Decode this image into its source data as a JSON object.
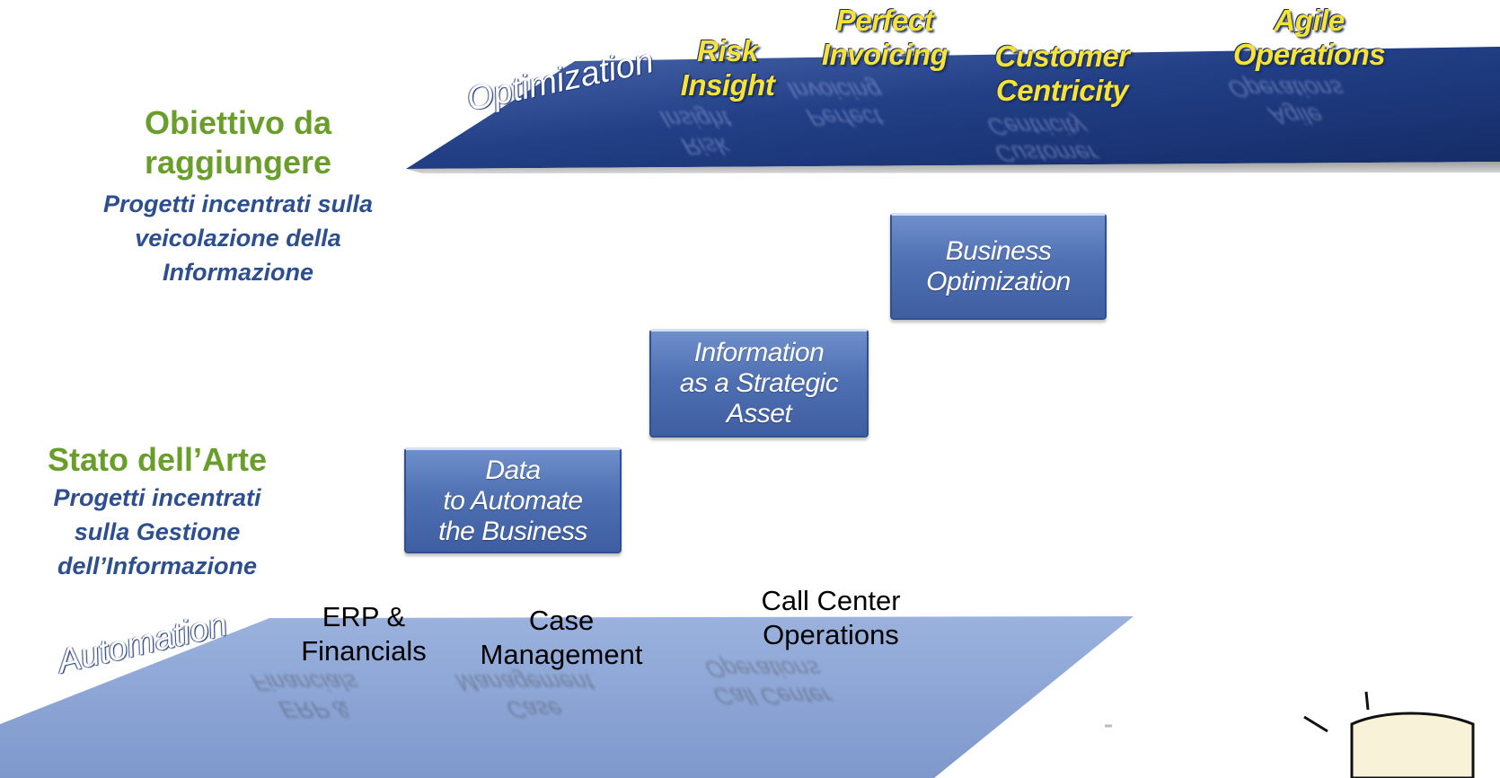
{
  "goal": {
    "title": "Obiettivo da\nraggiungere",
    "subtitle": "Progetti incentrati sulla\nveicolazione della\nInformazione"
  },
  "state": {
    "title": "Stato dell’Arte",
    "subtitle": "Progetti incentrati\nsulla Gestione\ndell’Informazione"
  },
  "top_plane": {
    "name": "Optimization",
    "items": [
      {
        "label": "Risk\nInsight"
      },
      {
        "label": "Perfect\nInvoicing"
      },
      {
        "label": "Customer\nCentricity"
      },
      {
        "label": "Agile\nOperations"
      }
    ]
  },
  "steps": [
    {
      "label": "Data\nto Automate\nthe Business"
    },
    {
      "label": "Information\nas a Strategic\nAsset"
    },
    {
      "label": "Business\nOptimization"
    }
  ],
  "bottom_plane": {
    "name": "Automation",
    "items": [
      {
        "label": "ERP &\nFinancials"
      },
      {
        "label": "Case\nManagement"
      },
      {
        "label": "Call Center\nOperations"
      }
    ]
  },
  "colors": {
    "title_green": "#6a9e2a",
    "subtitle_blue": "#2d4f8f",
    "top_plane": "#1f3a80",
    "bottom_plane": "#8aa3d4",
    "step_box": "#4f70b2",
    "top_label_yellow": "#f5e33a"
  }
}
